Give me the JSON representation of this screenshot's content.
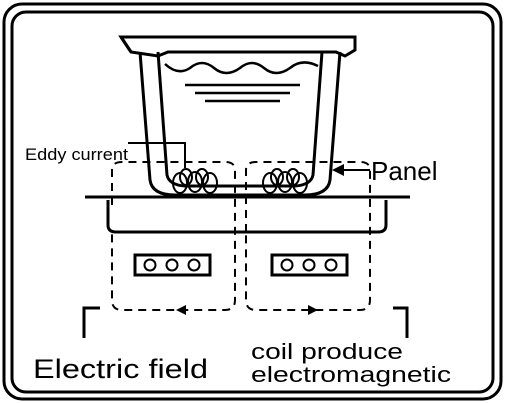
{
  "labels": {
    "eddy_current": "Eddy current",
    "panel": "Panel",
    "electric_field": "Electric field",
    "coil_line1": "coil produce",
    "coil_line2": "electromagnetic"
  },
  "colors": {
    "ink": "#000000",
    "background": "#ffffff"
  }
}
